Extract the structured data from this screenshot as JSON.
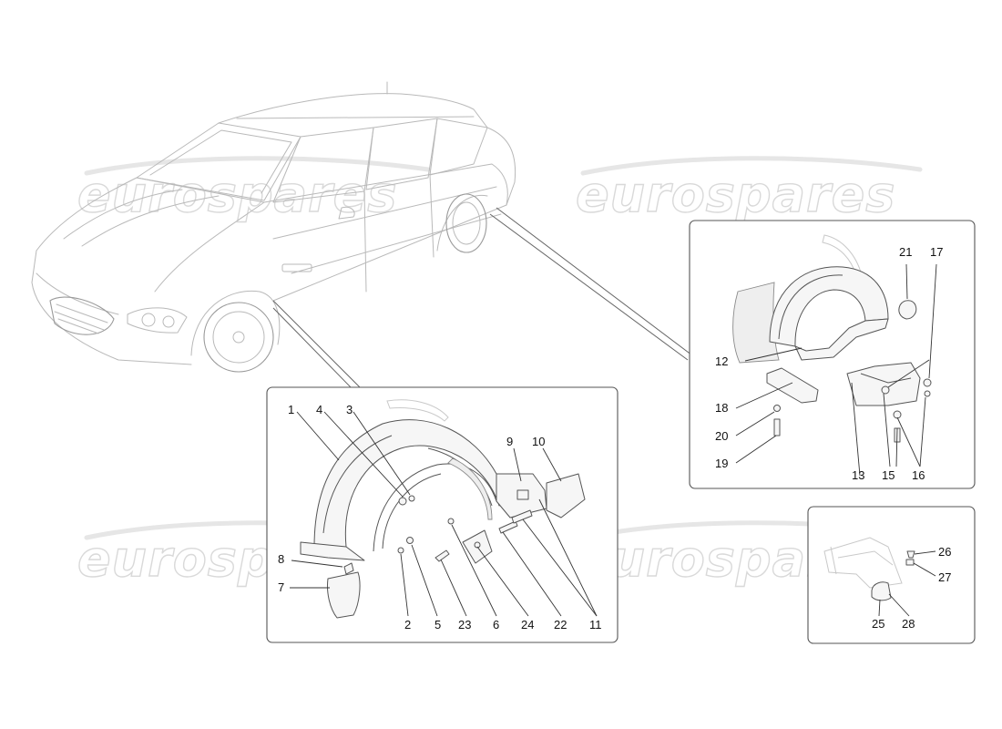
{
  "watermark": {
    "text": "eurospares"
  },
  "front_panel": {
    "labels": [
      {
        "id": "lbl-1",
        "text": "1"
      },
      {
        "id": "lbl-4",
        "text": "4"
      },
      {
        "id": "lbl-3",
        "text": "3"
      },
      {
        "id": "lbl-9",
        "text": "9"
      },
      {
        "id": "lbl-10",
        "text": "10"
      },
      {
        "id": "lbl-8",
        "text": "8"
      },
      {
        "id": "lbl-7",
        "text": "7"
      },
      {
        "id": "lbl-2",
        "text": "2"
      },
      {
        "id": "lbl-5",
        "text": "5"
      },
      {
        "id": "lbl-23",
        "text": "23"
      },
      {
        "id": "lbl-6",
        "text": "6"
      },
      {
        "id": "lbl-24",
        "text": "24"
      },
      {
        "id": "lbl-22",
        "text": "22"
      },
      {
        "id": "lbl-11",
        "text": "11"
      }
    ]
  },
  "rear_panel": {
    "labels": [
      {
        "id": "lbl-21",
        "text": "21"
      },
      {
        "id": "lbl-17",
        "text": "17"
      },
      {
        "id": "lbl-12",
        "text": "12"
      },
      {
        "id": "lbl-18",
        "text": "18"
      },
      {
        "id": "lbl-20",
        "text": "20"
      },
      {
        "id": "lbl-19",
        "text": "19"
      },
      {
        "id": "lbl-13",
        "text": "13"
      },
      {
        "id": "lbl-15",
        "text": "15"
      },
      {
        "id": "lbl-16",
        "text": "16"
      }
    ]
  },
  "detail_panel": {
    "labels": [
      {
        "id": "lbl-26",
        "text": "26"
      },
      {
        "id": "lbl-27",
        "text": "27"
      },
      {
        "id": "lbl-25",
        "text": "25"
      },
      {
        "id": "lbl-28",
        "text": "28"
      }
    ]
  }
}
